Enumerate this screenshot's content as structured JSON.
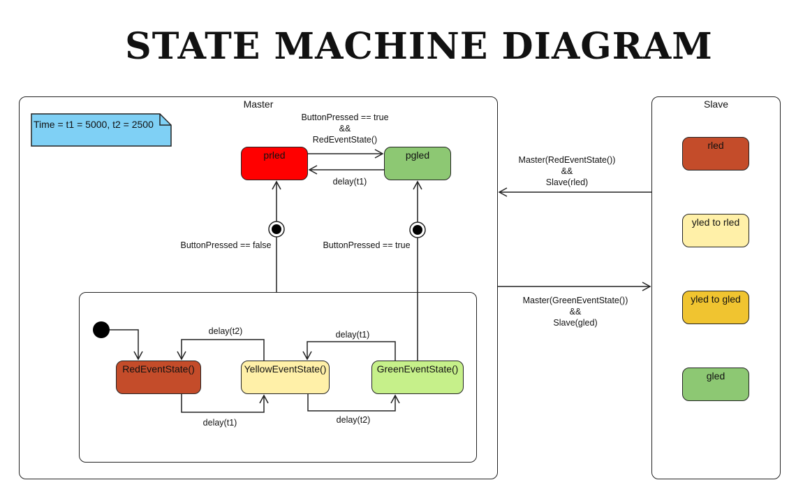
{
  "title": "STATE MACHINE DIAGRAM",
  "note": "Time = t1 = 5000, t2 = 2500",
  "master": {
    "label": "Master",
    "states": {
      "prled": "prled",
      "pgled": "pgled",
      "red": "RedEventState()",
      "yellow": "YellowEventState()",
      "green": "GreenEventState()"
    },
    "transitions": {
      "prled_to_pgled": [
        "ButtonPressed ==  true",
        "&&",
        "RedEventState()"
      ],
      "pgled_to_prled": "delay(t1)",
      "to_prled": "ButtonPressed == false",
      "to_pgled": "ButtonPressed ==  true",
      "yellow_to_red": "delay(t2)",
      "red_to_yellow": "delay(t1)",
      "green_to_yellow": "delay(t1)",
      "yellow_to_green": "delay(t2)"
    }
  },
  "slave": {
    "label": "Slave",
    "states": {
      "rled": "rled",
      "yled_rled": "yled to rled",
      "yled_gled": "yled to gled",
      "gled": "gled"
    }
  },
  "links": {
    "slave_to_master": [
      "Master(RedEventState())",
      "&&",
      "Slave(rled)"
    ],
    "master_to_slave": [
      "Master(GreenEventState())",
      "&&",
      "Slave(gled)"
    ]
  },
  "colors": {
    "prled": "#ff0000",
    "pgled": "#8dc873",
    "red_state": "#c44c2a",
    "yellow_state": "#fff0a8",
    "green_state": "#c6f08a",
    "rled": "#c44c2a",
    "yled_rled": "#fff0a8",
    "yled_gled": "#f0c430",
    "gled": "#8dc873",
    "note": "#7fd0f5"
  }
}
